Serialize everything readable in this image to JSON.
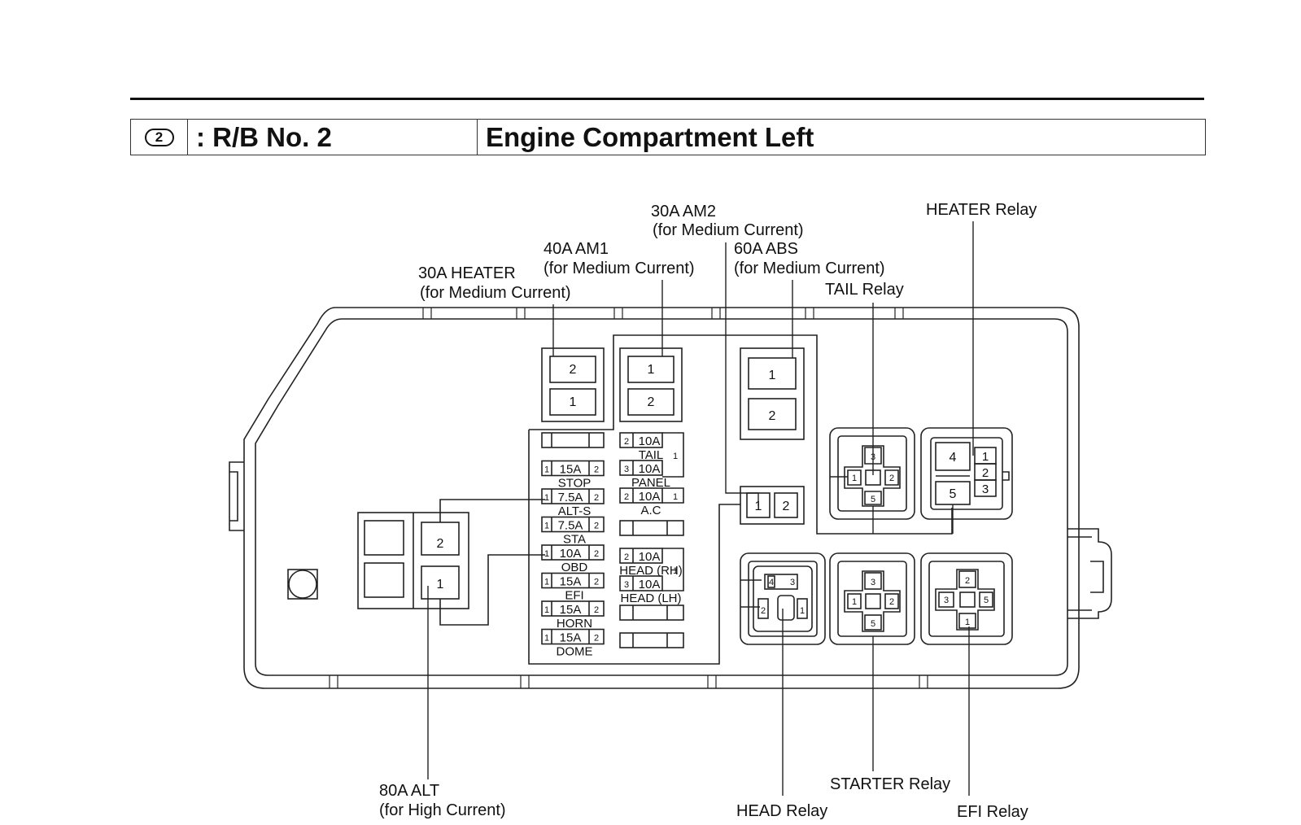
{
  "header": {
    "badge": "2",
    "rb_label": ": R/B No. 2",
    "location": "Engine Compartment Left"
  },
  "callouts": {
    "am2_name": "30A AM2",
    "am2_sub": "(for Medium Current)",
    "am1_name": "40A AM1",
    "am1_sub": "(for Medium Current)",
    "abs_name": "60A ABS",
    "abs_sub": "(for Medium Current)",
    "heater_fuse_name": "30A HEATER",
    "heater_fuse_sub": "(for Medium Current)",
    "heater_relay": "HEATER Relay",
    "tail_relay": "TAIL Relay",
    "alt_name": "80A ALT",
    "alt_sub": "(for High Current)",
    "head_relay": "HEAD Relay",
    "starter_relay": "STARTER Relay",
    "efi_relay": "EFI Relay"
  },
  "fuses_left": [
    {
      "amp": "",
      "name": ""
    },
    {
      "amp": "15A",
      "name": "STOP"
    },
    {
      "amp": "7.5A",
      "name": "ALT-S"
    },
    {
      "amp": "7.5A",
      "name": "STA"
    },
    {
      "amp": "10A",
      "name": "OBD"
    },
    {
      "amp": "15A",
      "name": "EFI"
    },
    {
      "amp": "15A",
      "name": "HORN"
    },
    {
      "amp": "15A",
      "name": "DOME"
    }
  ],
  "fuses_right": [
    {
      "amp": "10A",
      "name": "TAIL",
      "pin": "2"
    },
    {
      "amp": "10A",
      "name": "PANEL",
      "pin": "3"
    },
    {
      "amp": "10A",
      "name": "A.C",
      "pin": "2"
    },
    {
      "amp": "10A",
      "name": "HEAD (RH)",
      "pin": "2"
    },
    {
      "amp": "10A",
      "name": "HEAD (LH)",
      "pin": "3"
    }
  ],
  "pins": {
    "one": "1",
    "two": "2",
    "three": "3",
    "four": "4",
    "five": "5"
  }
}
